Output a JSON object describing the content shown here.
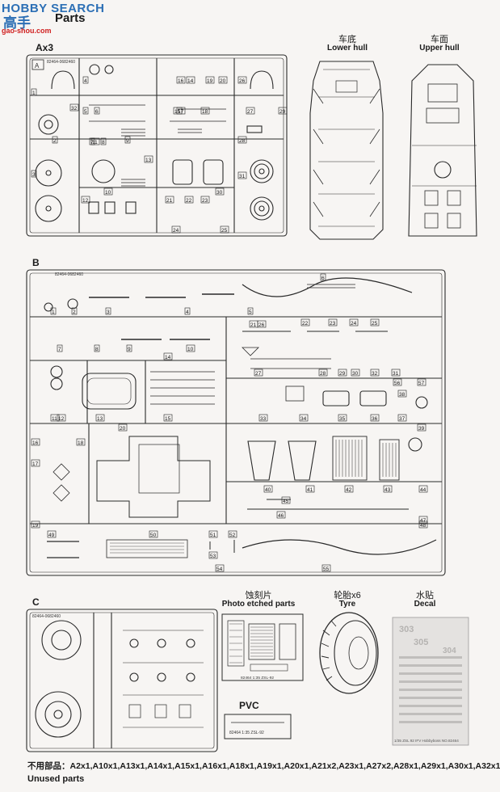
{
  "watermark": {
    "brand": "HOBBY SEARCH",
    "cn": "高手",
    "url": "gao-shou.com"
  },
  "header": {
    "title": "Parts"
  },
  "sprue_ax3": {
    "label": "Ax3",
    "code": "82464-0682460",
    "corner": "A",
    "numbers": [
      "1",
      "2",
      "3",
      "4",
      "5",
      "6",
      "7",
      "8",
      "9",
      "10",
      "11",
      "12",
      "13",
      "14",
      "15",
      "16",
      "17",
      "18",
      "19",
      "20",
      "21",
      "22",
      "23",
      "24",
      "25",
      "26",
      "27",
      "28",
      "29",
      "30",
      "31",
      "32"
    ]
  },
  "lower_hull": {
    "cn": "车底",
    "en": "Lower hull"
  },
  "upper_hull": {
    "cn": "车面",
    "en": "Upper hull"
  },
  "sprue_b": {
    "label": "B",
    "code": "82464-0682460",
    "numbers": [
      "1",
      "2",
      "3",
      "4",
      "5",
      "6",
      "7",
      "8",
      "9",
      "10",
      "11",
      "12",
      "13",
      "14",
      "15",
      "16",
      "17",
      "18",
      "19",
      "20",
      "21",
      "22",
      "23",
      "24",
      "25",
      "26",
      "27",
      "28",
      "29",
      "30",
      "31",
      "32",
      "33",
      "34",
      "35",
      "36",
      "37",
      "38",
      "39",
      "40",
      "41",
      "42",
      "43",
      "44",
      "45",
      "46",
      "47",
      "48",
      "49",
      "50",
      "51",
      "52",
      "53",
      "54",
      "55",
      "56",
      "57"
    ]
  },
  "sprue_c": {
    "label": "C",
    "code": "82464-0682460"
  },
  "photo_etched": {
    "cn": "蚀刻片",
    "en": "Photo etched parts",
    "code": "82464 1:35 ZSL-92"
  },
  "tyre": {
    "cn": "轮胎x6",
    "en": "Tyre"
  },
  "decal": {
    "cn": "水贴",
    "en": "Decal",
    "footer": "1/35   ZSL 92 IFV   Hobbyboss NO.82464",
    "marks": [
      "303",
      "305",
      "304"
    ]
  },
  "pvc": {
    "label": "PVC",
    "code": "82464 1:35 ZSL-92"
  },
  "unused": {
    "cn_label": "不用部品：",
    "list": "A2x1,A10x1,A13x1,A14x1,A15x1,A16x1,A18x1,A19x1,A20x1,A21x2,A23x1,A27x2,A28x1,A29x1,A30x1,A32x1",
    "en_label": "Unused parts"
  }
}
